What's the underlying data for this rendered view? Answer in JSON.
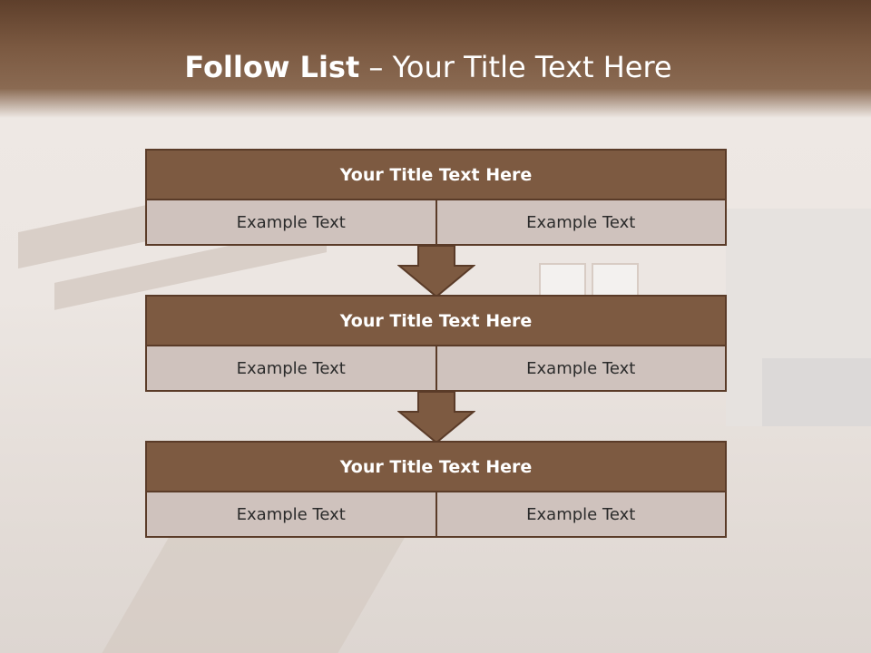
{
  "slide": {
    "title_bold": "Follow List",
    "title_rest": "– Your Title Text Here"
  },
  "list": [
    {
      "title": "Your Title Text Here",
      "left": "Example Text",
      "right": "Example Text"
    },
    {
      "title": "Your Title Text Here",
      "left": "Example Text",
      "right": "Example Text"
    },
    {
      "title": "Your Title Text Here",
      "left": "Example Text",
      "right": "Example Text"
    }
  ],
  "colors": {
    "header_brown": "#7b5941",
    "block_title_fill": "#7d5a41",
    "block_border": "#5a3b28",
    "cell_fill": "#cfc2bd",
    "arrow_fill": "#7d5a41"
  },
  "icons": [
    "down-arrow-icon"
  ]
}
